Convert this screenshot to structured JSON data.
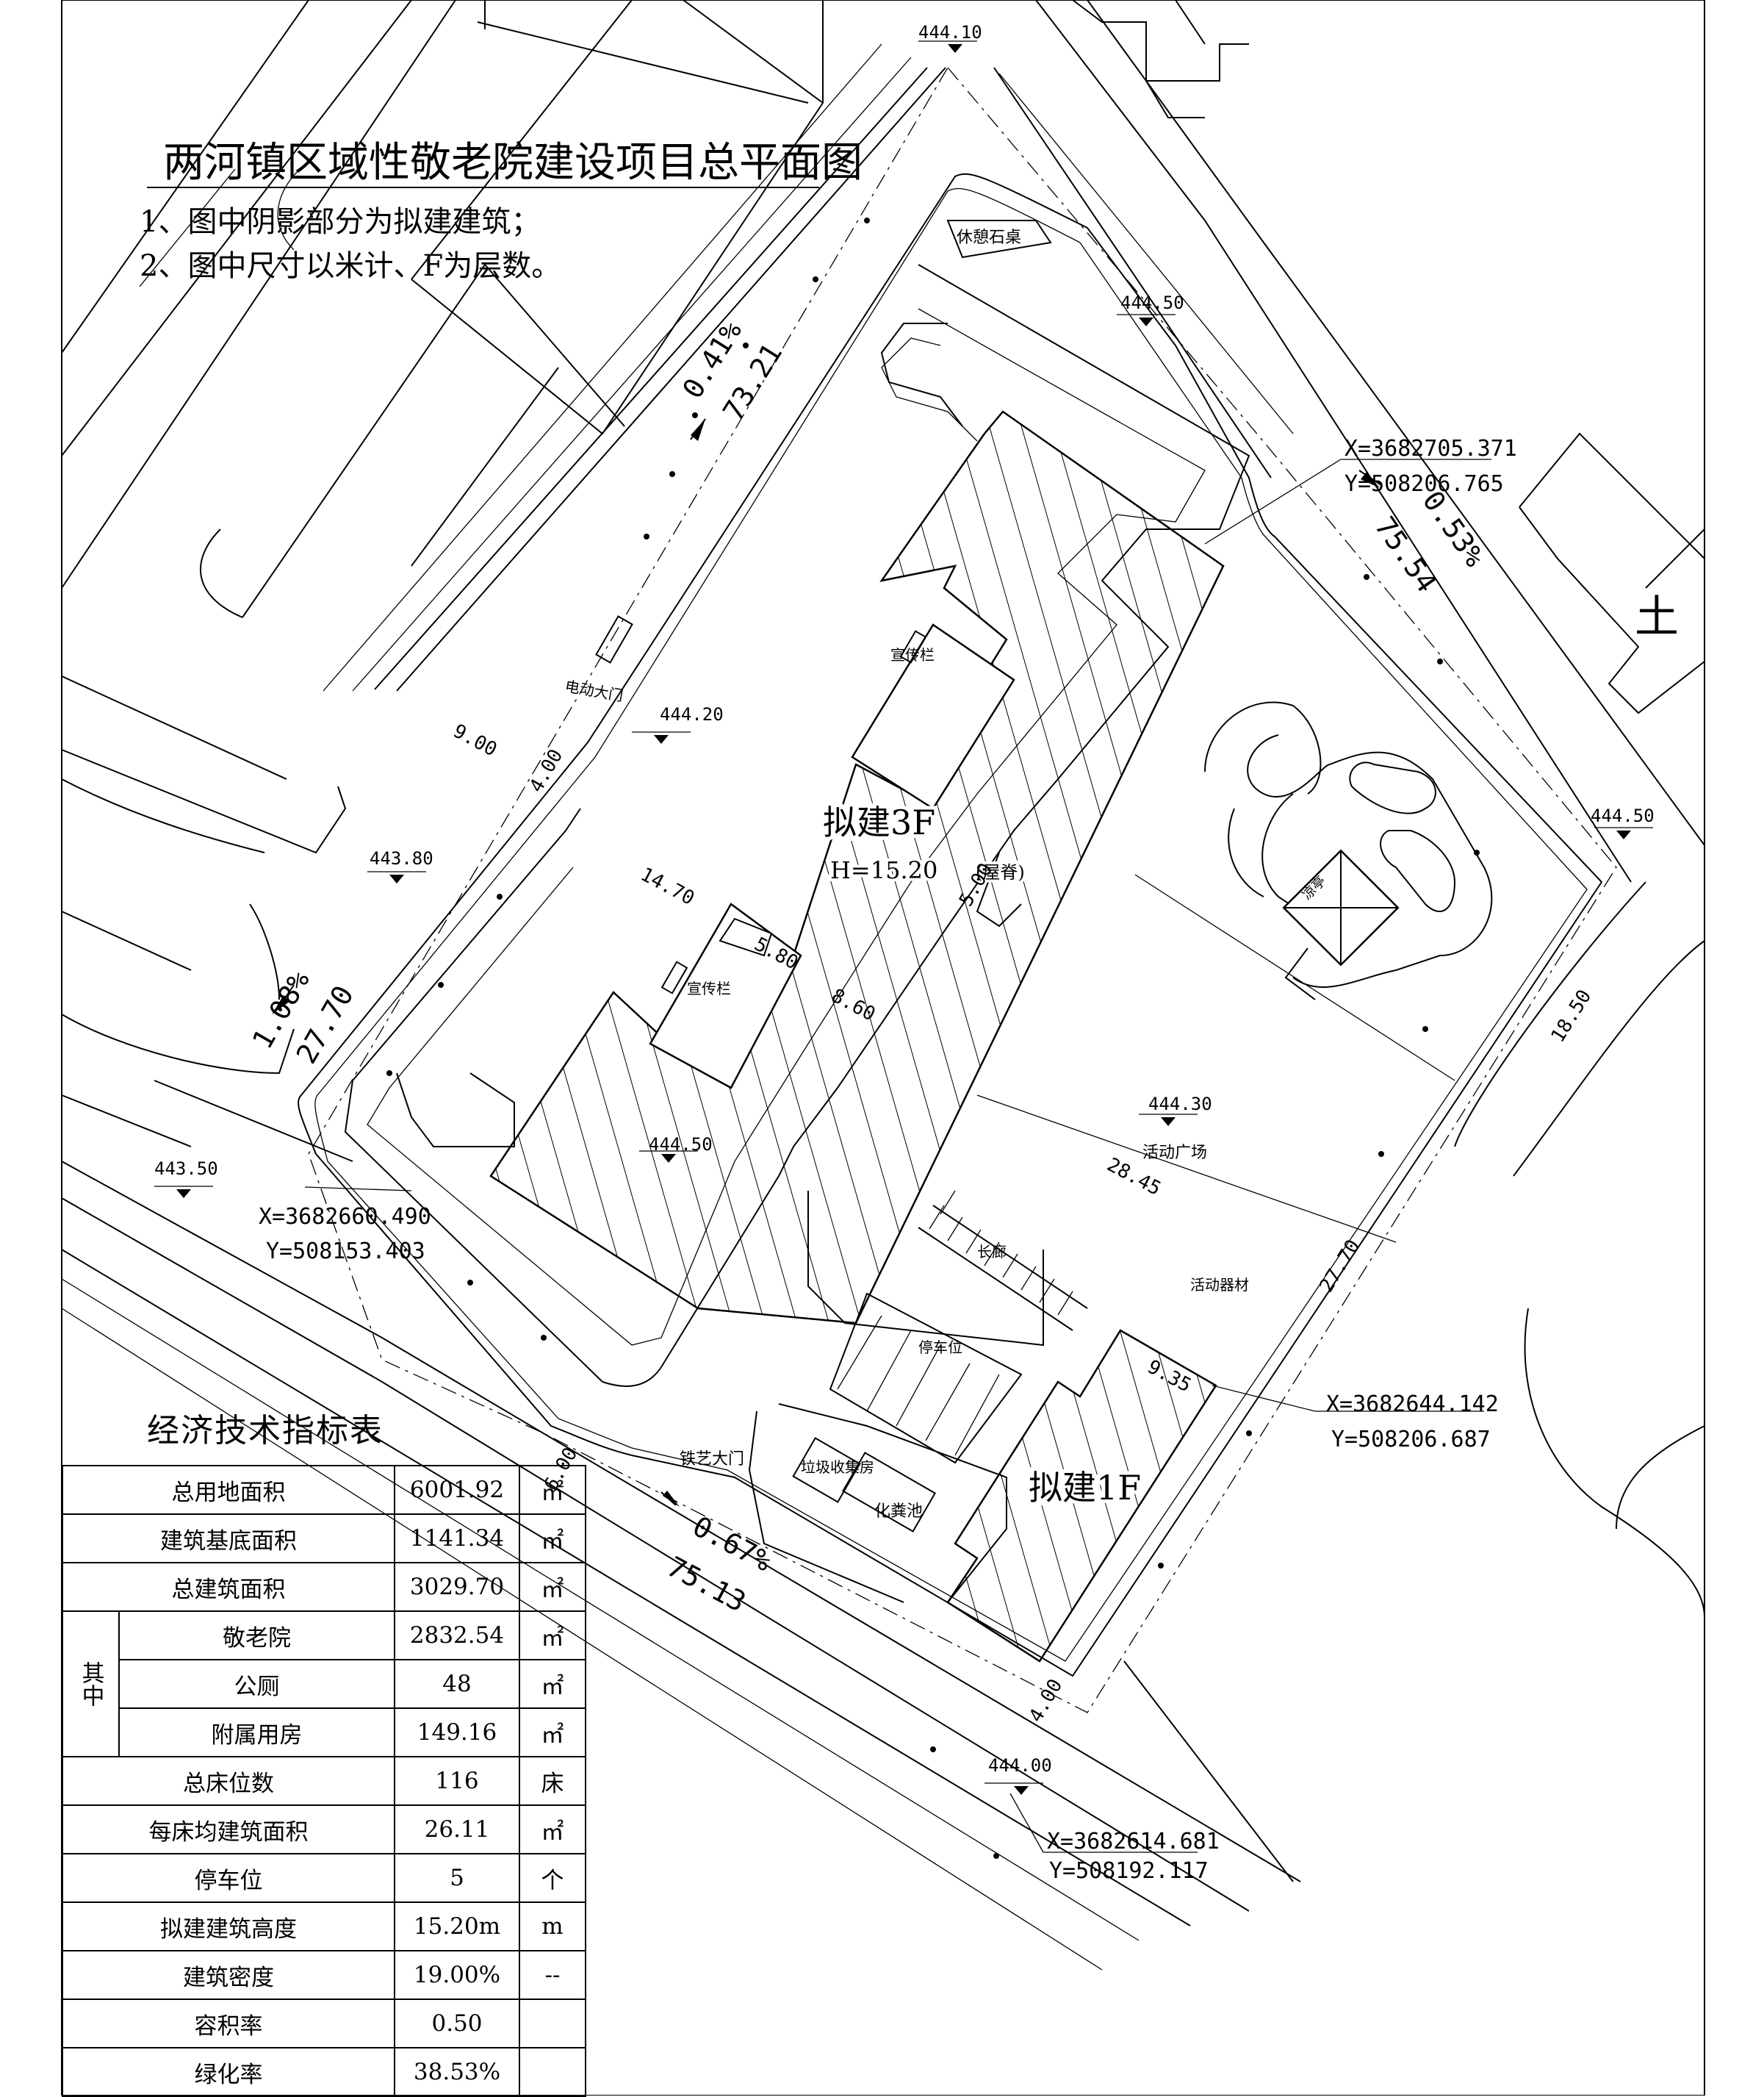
{
  "title": "两河镇区域性敬老院建设项目总平面图",
  "notes": [
    "1、图中阴影部分为拟建建筑；",
    "2、图中尺寸以米计、F为层数。"
  ],
  "buildings": {
    "main": {
      "name": "拟建3F",
      "height": "H=15.20",
      "height_note": "(屋脊)"
    },
    "annex": {
      "name": "拟建1F"
    }
  },
  "elevations": [
    "444.10",
    "444.50",
    "444.50",
    "444.20",
    "443.80",
    "444.30",
    "444.50",
    "443.50",
    "444.00"
  ],
  "coordinates": [
    {
      "x": "X=3682705.371",
      "y": "Y=508206.765"
    },
    {
      "x": "X=3682660.490",
      "y": "Y=508153.403"
    },
    {
      "x": "X=3682644.142",
      "y": "Y=508206.687"
    },
    {
      "x": "X=3682614.681",
      "y": "Y=508192.117"
    }
  ],
  "boundary_dims": {
    "nw_slope": "0.41%",
    "nw_len": "73.21",
    "ne_slope": "0.53%",
    "ne_len": "75.54",
    "sw_slope": "1.08%",
    "sw_len": "27.70",
    "se_slope": "0.67%",
    "se_len": "75.13"
  },
  "inner_dims": [
    "14.70",
    "9.00",
    "4.00",
    "5.80",
    "8.60",
    "5.00",
    "28.45",
    "27.70",
    "9.35",
    "4.00",
    "6.00",
    "18.50"
  ],
  "site_labels": {
    "rest_table": "休憩石桌",
    "e_gate": "电动大门",
    "promo1": "宣传栏",
    "promo2": "宣传栏",
    "plaza": "活动广场",
    "equip": "活动器材",
    "pavilion": "凉亭",
    "corridor": "长廊",
    "parking": "停车位",
    "iron_gate": "铁艺大门",
    "garbage": "垃圾收集房",
    "septic": "化粪池",
    "neighbor": "土"
  },
  "econ_table": {
    "title": "经济技术指标表",
    "group_label": "其中",
    "rows": [
      {
        "name": "总用地面积",
        "value": "6001.92",
        "unit": "㎡"
      },
      {
        "name": "建筑基底面积",
        "value": "1141.34",
        "unit": "㎡"
      },
      {
        "name": "总建筑面积",
        "value": "3029.70",
        "unit": "㎡"
      },
      {
        "name": "敬老院",
        "value": "2832.54",
        "unit": "㎡"
      },
      {
        "name": "公厕",
        "value": "48",
        "unit": "㎡"
      },
      {
        "name": "附属用房",
        "value": "149.16",
        "unit": "㎡"
      },
      {
        "name": "总床位数",
        "value": "116",
        "unit": "床"
      },
      {
        "name": "每床均建筑面积",
        "value": "26.11",
        "unit": "㎡"
      },
      {
        "name": "停车位",
        "value": "5",
        "unit": "个"
      },
      {
        "name": "拟建建筑高度",
        "value": "15.20m",
        "unit": "m"
      },
      {
        "name": "建筑密度",
        "value": "19.00%",
        "unit": "--"
      },
      {
        "name": "容积率",
        "value": "0.50",
        "unit": ""
      },
      {
        "name": "绿化率",
        "value": "38.53%",
        "unit": ""
      }
    ]
  }
}
